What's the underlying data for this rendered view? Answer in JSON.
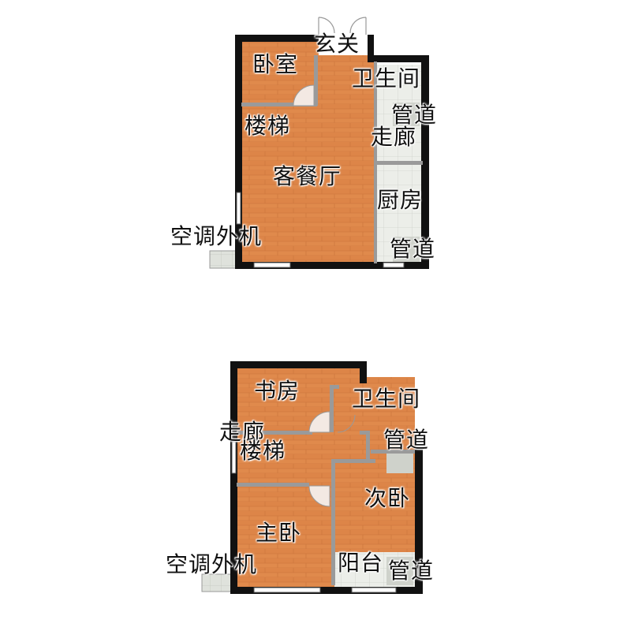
{
  "plan": {
    "floor1": {
      "labels": {
        "entry": "玄关",
        "bedroom": "卧室",
        "bathroom": "卫生间",
        "shaft1": "管道",
        "stairs": "楼梯",
        "corridor": "走廊",
        "living_dining": "客餐厅",
        "kitchen": "厨房",
        "shaft2": "管道",
        "ac_unit": "空调外机"
      }
    },
    "floor2": {
      "labels": {
        "study": "书房",
        "bathroom": "卫生间",
        "corridor": "走廊",
        "stairs": "楼梯",
        "shaft1": "管道",
        "second_bedroom": "次卧",
        "master_bedroom": "主卧",
        "balcony": "阳台",
        "shaft2": "管道",
        "ac_unit": "空调外机"
      }
    }
  },
  "colors": {
    "wall": "#111111",
    "wood_floor": "#e08a4c",
    "tile_floor": "#dcdfd9",
    "inner_wall": "#9a9a9a"
  }
}
